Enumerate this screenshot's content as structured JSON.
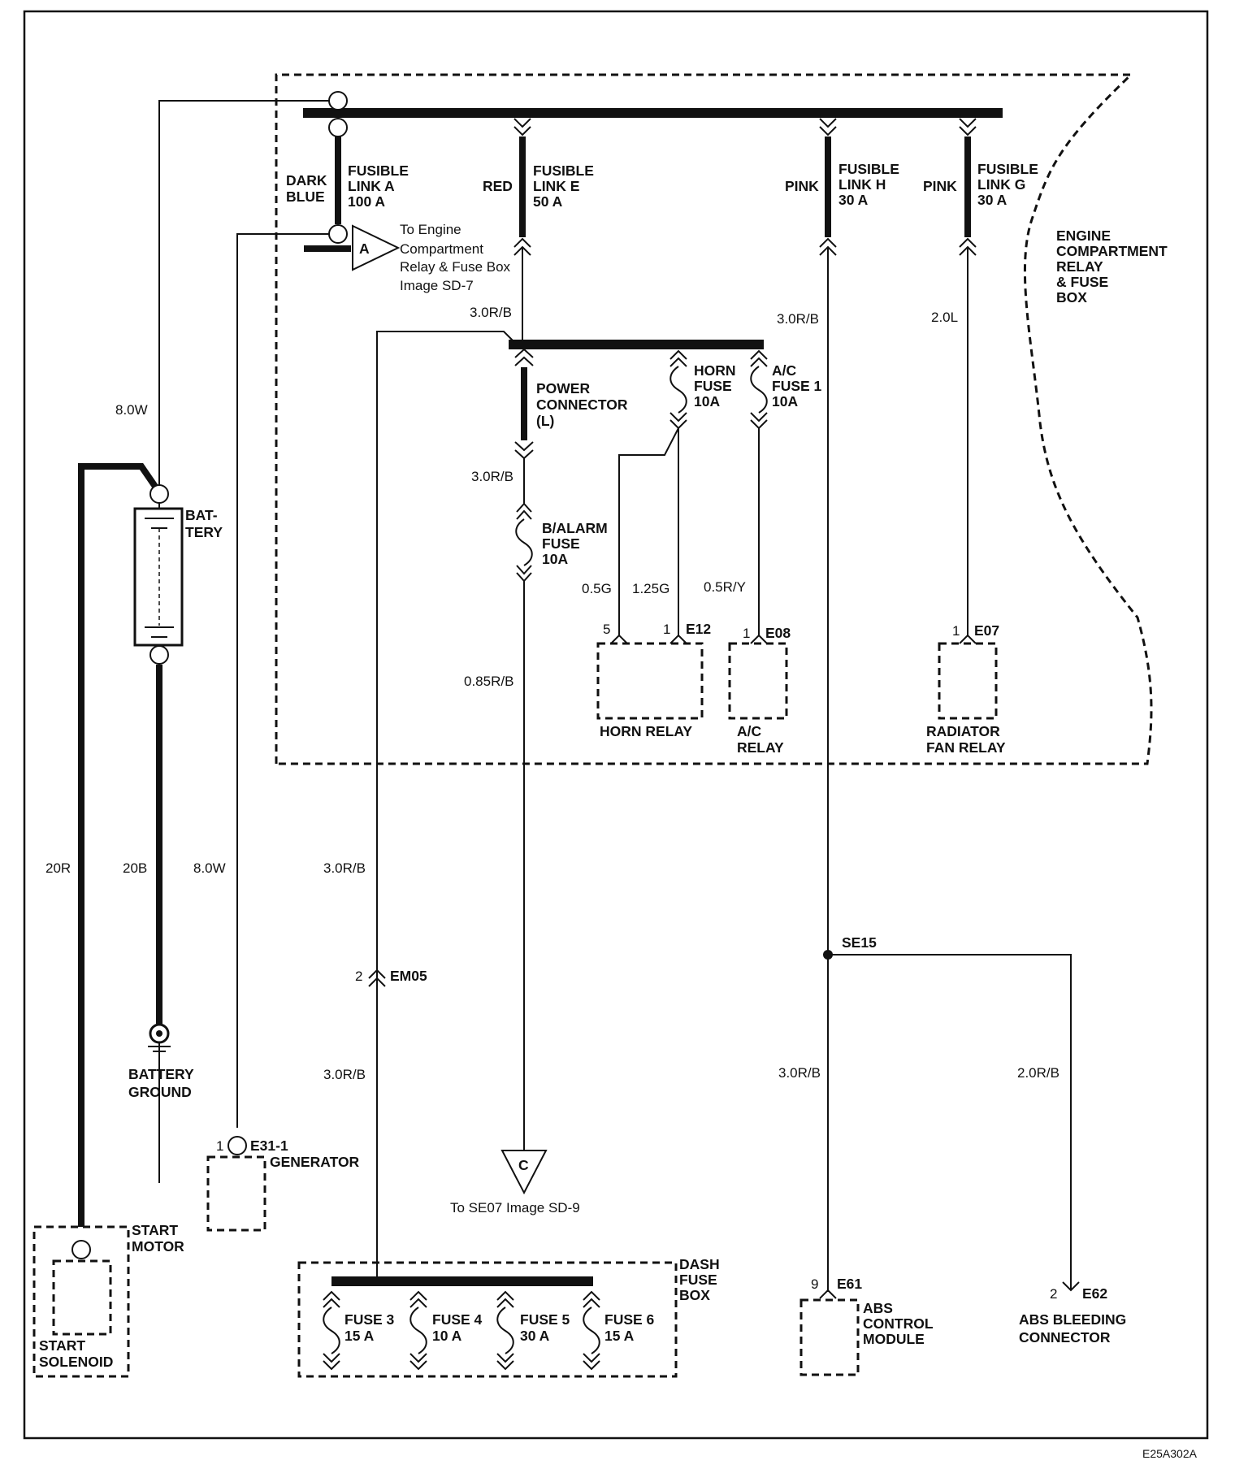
{
  "labels": {
    "dark_blue": [
      "DARK",
      "BLUE"
    ],
    "fusible_link_a": [
      "FUSIBLE",
      "LINK A",
      "100 A"
    ],
    "red": "RED",
    "fusible_link_e": [
      "FUSIBLE",
      "LINK E",
      "50 A"
    ],
    "pink_h": "PINK",
    "fusible_link_h": [
      "FUSIBLE",
      "LINK H",
      "30 A"
    ],
    "pink_g": "PINK",
    "fusible_link_g": [
      "FUSIBLE",
      "LINK G",
      "30 A"
    ],
    "connector_a_letter": "A",
    "to_engine_note": [
      "To Engine",
      "Compartment",
      "Relay & Fuse Box",
      "Image   SD-7"
    ],
    "engine_box_title": [
      "ENGINE",
      "COMPARTMENT",
      "RELAY",
      "& FUSE",
      "BOX"
    ],
    "wire_30rb_left": "3.0R/B",
    "wire_30rb_h": "3.0R/B",
    "wire_20l": "2.0L",
    "wire_80w_top": "8.0W",
    "power_connector": [
      "POWER",
      "CONNECTOR",
      "(L)"
    ],
    "horn_fuse": [
      "HORN",
      "FUSE",
      "10A"
    ],
    "ac_fuse": [
      "A/C",
      "FUSE 1",
      "10A"
    ],
    "wire_30rb_pc": "3.0R/B",
    "battery": [
      "BAT-",
      "TERY"
    ],
    "balarm_fuse": [
      "B/ALARM",
      "FUSE",
      "10A"
    ],
    "wire_05g": "0.5G",
    "wire_125g": "1.25G",
    "wire_05ry": "0.5R/Y",
    "pin_5": "5",
    "pin_1_e12": "1",
    "conn_e12": "E12",
    "pin_1_e08": "1",
    "conn_e08": "E08",
    "pin_1_e07": "1",
    "conn_e07": "E07",
    "wire_085rb": "0.85R/B",
    "horn_relay": "HORN RELAY",
    "ac_relay": [
      "A/C",
      "RELAY"
    ],
    "radiator_fan_relay": [
      "RADIATOR",
      "FAN RELAY"
    ],
    "wire_20r": "20R",
    "wire_20b": "20B",
    "wire_80w_bottom": "8.0W",
    "wire_30rb_mid": "3.0R/B",
    "se15": "SE15",
    "pin_2_em05": "2",
    "conn_em05": "EM05",
    "battery_ground": [
      "BATTERY",
      "GROUND"
    ],
    "wire_30rb_lower": "3.0R/B",
    "wire_30rb_abs": "3.0R/B",
    "wire_20rb": "2.0R/B",
    "pin_1_e31": "1",
    "conn_e31": "E31-1",
    "generator": "GENERATOR",
    "connector_c_letter": "C",
    "to_se07": "To SE07  Image  SD-9",
    "start_motor": [
      "START",
      "MOTOR"
    ],
    "dash_fuse_box": [
      "DASH",
      "FUSE",
      "BOX"
    ],
    "pin_9": "9",
    "conn_e61": "E61",
    "pin_2_e62": "2",
    "conn_e62": "E62",
    "abs_control_module": [
      "ABS",
      "CONTROL",
      "MODULE"
    ],
    "abs_bleeding_connector": [
      "ABS BLEEDING",
      "CONNECTOR"
    ],
    "fuse3": [
      "FUSE 3",
      "15 A"
    ],
    "fuse4": [
      "FUSE 4",
      "10 A"
    ],
    "fuse5": [
      "FUSE 5",
      "30 A"
    ],
    "fuse6": [
      "FUSE 6",
      "15 A"
    ],
    "start_solenoid": [
      "START",
      "SOLENOID"
    ],
    "figure_code": "E25A302A"
  }
}
